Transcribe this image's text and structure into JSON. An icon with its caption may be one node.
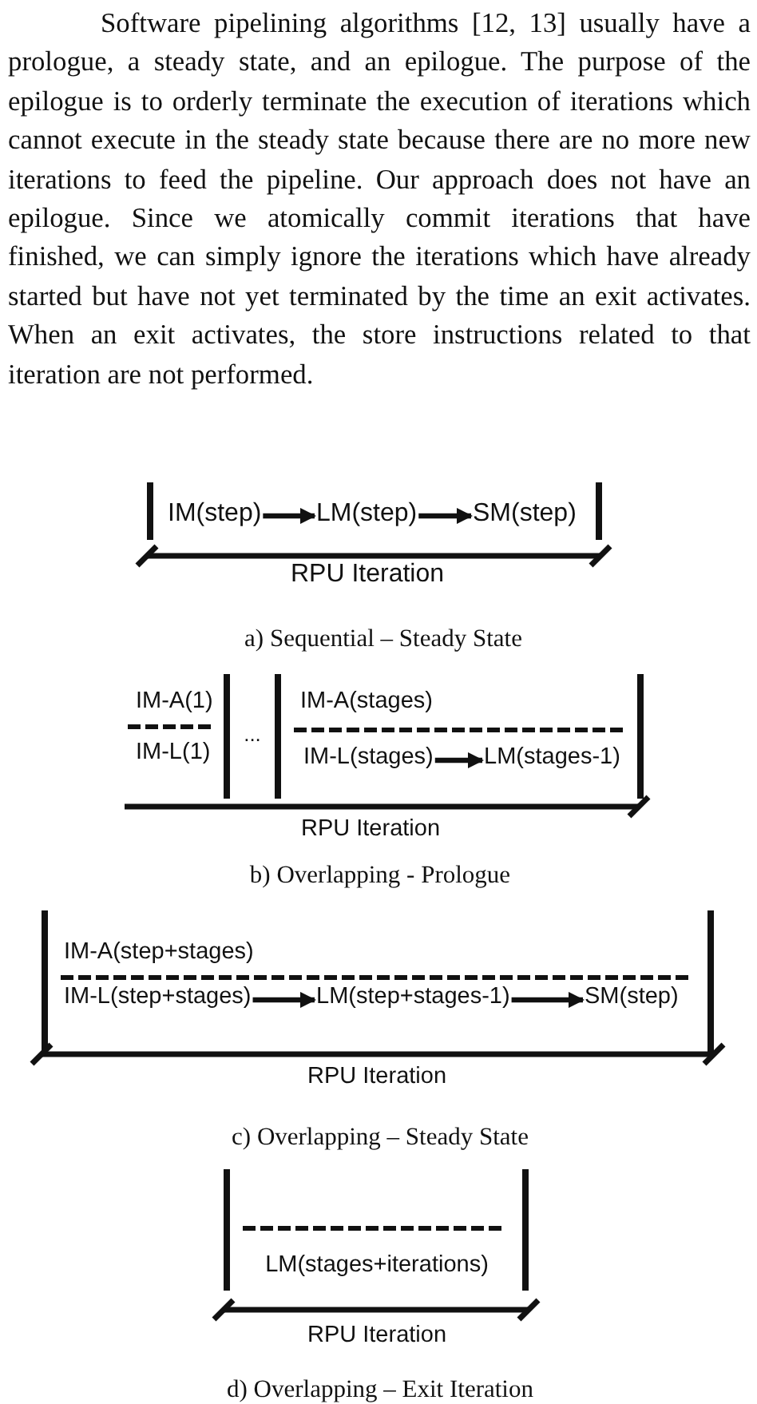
{
  "diagram": {
    "nodes": [
      {
        "text": [
          "IM(step)"
        ]
      },
      {
        "text": [
          "LM(step)"
        ]
      },
      {
        "text": [
          "SM(step)"
        ]
      },
      {
        "text": [
          "IM-L(stages)"
        ]
      },
      {
        "text": [
          "LM(stages-1)"
        ]
      },
      {
        "text": [
          "IM-L(step+stages)"
        ]
      },
      {
        "text": [
          "LM(step+stages-1)"
        ]
      },
      {
        "text": [
          "SM(step)"
        ]
      }
    ],
    "edges": [
      {
        "from": 0,
        "to": 1,
        "arrow": "to"
      },
      {
        "from": 1,
        "to": 2,
        "arrow": "to"
      },
      {
        "from": 3,
        "to": 4,
        "arrow": "to"
      },
      {
        "from": 5,
        "to": 6,
        "arrow": "to"
      },
      {
        "from": 6,
        "to": 7,
        "arrow": "to"
      }
    ],
    "labels": [
      "Software pipelining algorithms [12, 13] usually have a prologue, a steady state, and an epilogue. The purpose of the epilogue is to orderly terminate the execution of iterations which cannot execute in the steady state because there are no more new iterations to feed the pipeline. Our approach does not have an epilogue. Since we atomically commit iterations that have finished, we can simply ignore the iterations which have already started but have not yet terminated by the time an exit activates. When an exit activates, the store instructions related to that iteration are not performed.",
      "RPU Iteration",
      "a) Sequential – Steady State",
      "IM-A(1)",
      "IM-L(1)",
      "...",
      "IM-A(stages)",
      "RPU Iteration",
      "b) Overlapping - Prologue",
      "IM-A(step+stages)",
      "RPU Iteration",
      "c) Overlapping – Steady State",
      "LM(stages+iterations)",
      "RPU Iteration",
      "d) Overlapping – Exit Iteration"
    ]
  }
}
